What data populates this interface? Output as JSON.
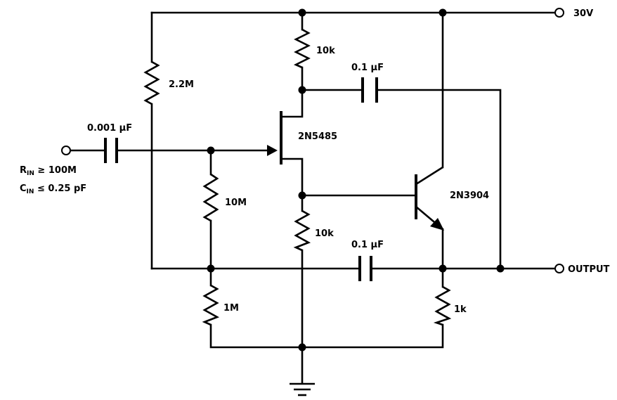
{
  "rails": {
    "supply": "30V",
    "output": "OUTPUT"
  },
  "input": {
    "rin_letter": "R",
    "rin_sub": "IN",
    "rin_rest": " ≥ 100M",
    "cin_letter": "C",
    "cin_sub": "IN",
    "cin_rest": " ≤ 0.25 pF"
  },
  "resistors": {
    "r_bias_top": "2.2M",
    "r_drain": "10k",
    "r_gate": "10M",
    "r_source": "10k",
    "r_bias_bottom": "1M",
    "r_emitter": "1k"
  },
  "capacitors": {
    "c_input": "0.001 μF",
    "c_drain_bootstrap": "0.1 μF",
    "c_bias_bootstrap": "0.1 μF"
  },
  "transistors": {
    "jfet": "2N5485",
    "bjt": "2N3904"
  }
}
